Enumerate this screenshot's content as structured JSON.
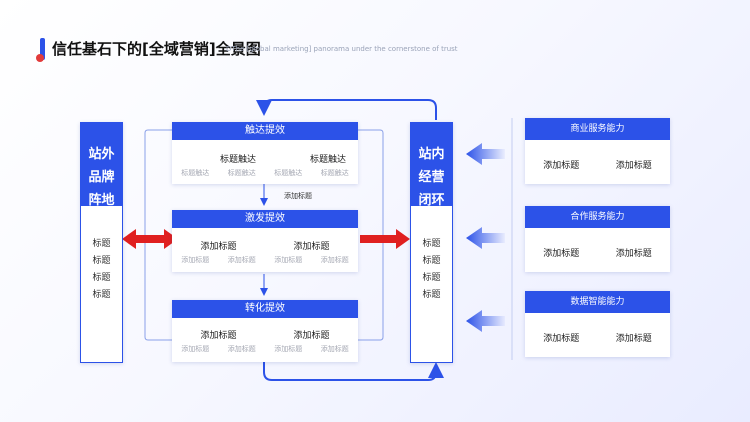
{
  "header": {
    "title": "信任基石下的[全域营销]全景图",
    "subtitle": "DThe [global marketing] panorama under the cornerstone of trust"
  },
  "left_panel": {
    "head": [
      "站外",
      "品牌",
      "阵地"
    ],
    "items": [
      "标题",
      "标题",
      "标题",
      "标题"
    ]
  },
  "right_panel": {
    "head": [
      "站内",
      "经营",
      "闭环"
    ],
    "items": [
      "标题",
      "标题",
      "标题",
      "标题"
    ]
  },
  "center": {
    "connector_label": "添加标题",
    "cards": [
      {
        "title": "触达提效",
        "items": [
          "标题触达",
          "标题触达"
        ],
        "subs": [
          "标题触达",
          "标题触达",
          "标题触达",
          "标题触达"
        ]
      },
      {
        "title": "激发提效",
        "items": [
          "添加标题",
          "添加标题"
        ],
        "subs": [
          "添加标题",
          "添加标题",
          "添加标题",
          "添加标题"
        ]
      },
      {
        "title": "转化提效",
        "items": [
          "添加标题",
          "添加标题"
        ],
        "subs": [
          "添加标题",
          "添加标题",
          "添加标题",
          "添加标题"
        ]
      }
    ]
  },
  "capabilities": [
    {
      "title": "商业服务能力",
      "items": [
        "添加标题",
        "添加标题"
      ]
    },
    {
      "title": "合作服务能力",
      "items": [
        "添加标题",
        "添加标题"
      ]
    },
    {
      "title": "数据智能能力",
      "items": [
        "添加标题",
        "添加标题"
      ]
    }
  ],
  "colors": {
    "accent": "#2c52e8",
    "arrow_red": "#e02020"
  }
}
